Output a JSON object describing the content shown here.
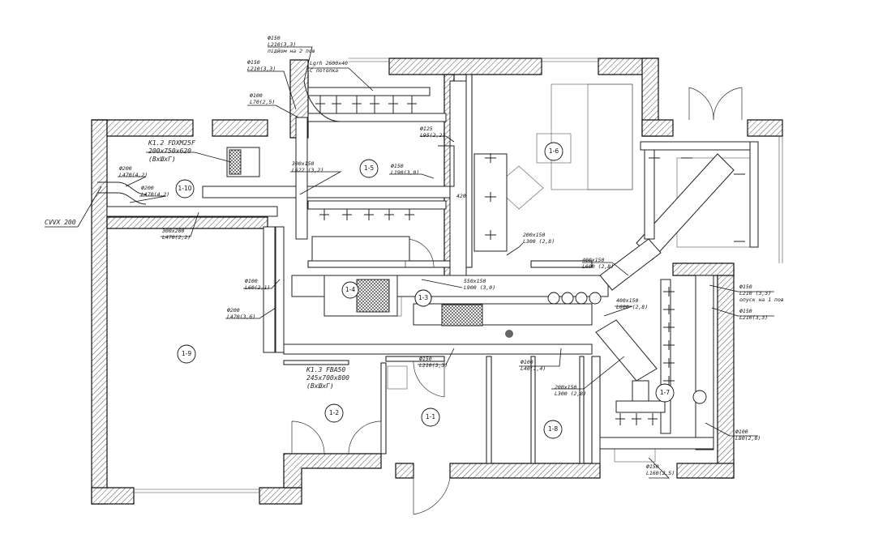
{
  "drawing": {
    "rooms": [
      "1-1",
      "1-2",
      "1-3",
      "1-4",
      "1-5",
      "1-6",
      "1-7",
      "1-8",
      "1-9",
      "1-10"
    ],
    "room_1_4_visible": "1-4",
    "external_duct_label": "CVVX 200",
    "labels": {
      "top_a": [
        "Ф150",
        "L210(3,3)",
        "підйом на 2 пов"
      ],
      "top_b": [
        "Ф150",
        "L210(3,3)"
      ],
      "top_c": [
        "Ф100",
        "L70(2,5)"
      ],
      "grille_top": [
        "Lgrh 2600х40",
        "С потолка"
      ],
      "unit_k12": [
        "К1.2 FDXM25F",
        "200х750х620",
        "(ВхШхГ)"
      ],
      "pipe_200a": [
        "Ф200",
        "L470(4,2)"
      ],
      "pipe_200b": [
        "Ф200",
        "L470(4,2)"
      ],
      "duct_300x150": [
        "300х150",
        "L622 (3,2)"
      ],
      "pipe_150_mid": [
        "Ф150",
        "L190(3,0)"
      ],
      "pipe_125": [
        "Ф125",
        "L95(2,2)"
      ],
      "duct_300x200": [
        "300х200",
        "L470(2,2)"
      ],
      "pipe_100_left": [
        "Ф100",
        "L60(2,1)"
      ],
      "pipe_200_left": [
        "Ф200",
        "L470(3,6)"
      ],
      "duct_200x150_a": [
        "200х150",
        "L300 (2,8)"
      ],
      "duct_400x150_a": [
        "400х150",
        "L600 (2,8)"
      ],
      "duct_550x150": [
        "550х150",
        "L900 (3,0)"
      ],
      "right_150_a": [
        "Ф150",
        "L210 (3,3)",
        "опуск на 1 пов"
      ],
      "right_150_b": [
        "Ф150",
        "L210(3,3)"
      ],
      "duct_400x150_b": [
        "400х150",
        "L600 (2,8)"
      ],
      "pipe_150_low": [
        "Ф150",
        "L210(3,3)"
      ],
      "unit_k13": [
        "К1.3 FBA50",
        "245х700х800",
        "(ВхШхГ)"
      ],
      "pipe_100_mid": [
        "Ф100",
        "L40(1,4)"
      ],
      "duct_200x150_b": [
        "200х150",
        "L300 (2,8)"
      ],
      "right_100": [
        "Ф100",
        "L80(2,8)"
      ],
      "bottom_150": [
        "Ф150",
        "L160(2,5)"
      ],
      "dim_420": "420"
    }
  }
}
